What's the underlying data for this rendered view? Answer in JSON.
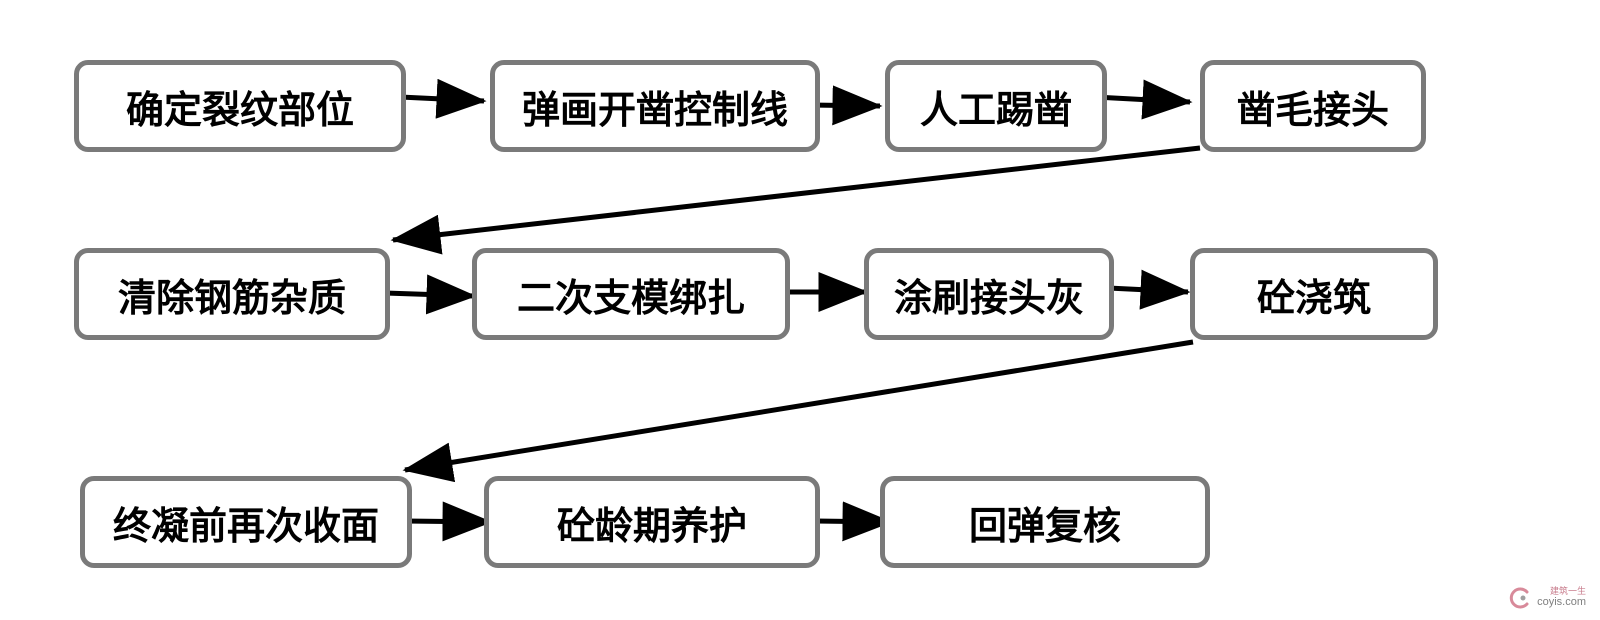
{
  "flowchart": {
    "steps": [
      "确定裂纹部位",
      "弹画开凿控制线",
      "人工踢凿",
      "凿毛接头",
      "清除钢筋杂质",
      "二次支模绑扎",
      "涂刷接头灰",
      "砼浇筑",
      "终凝前再次收面",
      "砼龄期养护",
      "回弹复核"
    ]
  },
  "watermark": {
    "cn": "建筑一生",
    "url": "coyis.com"
  },
  "colors": {
    "box_border": "#7a7a7a",
    "arrow": "#000000",
    "text": "#000000",
    "background": "#ffffff"
  }
}
